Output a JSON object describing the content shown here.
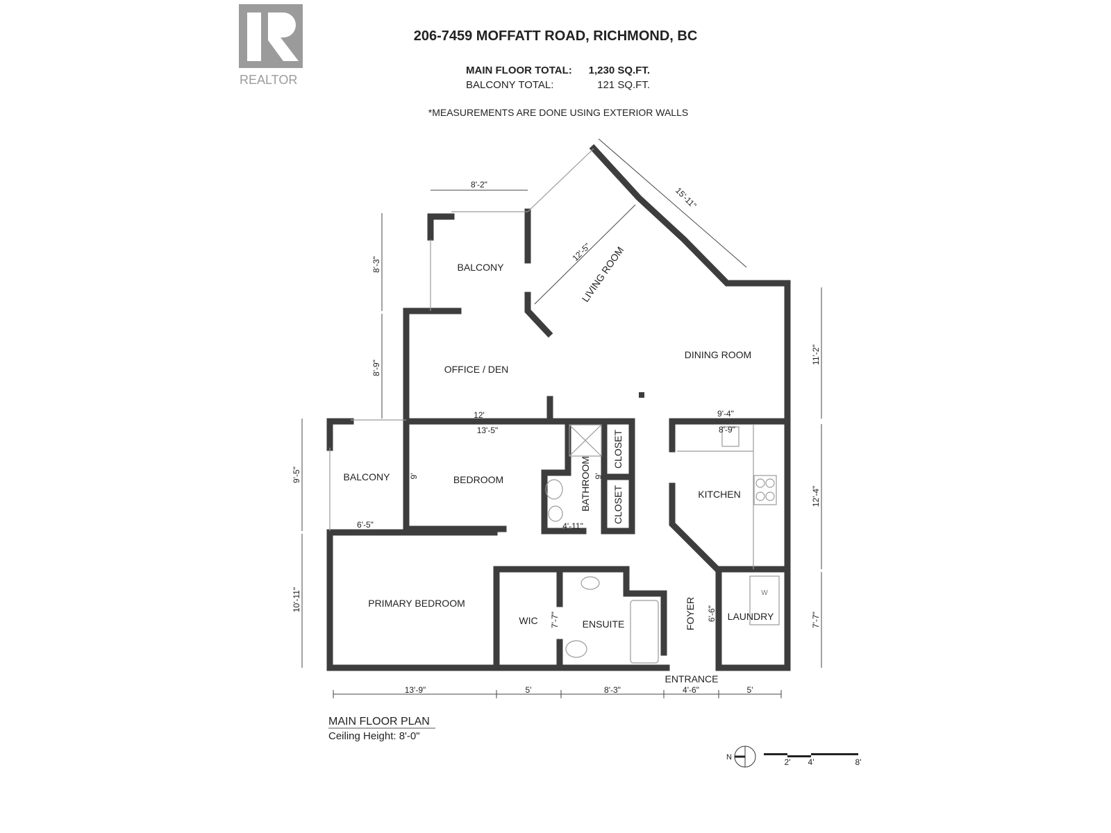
{
  "header": {
    "logo_text": "REALTOR",
    "title": "206-7459 MOFFATT ROAD, RICHMOND, BC",
    "main_floor_label": "MAIN FLOOR TOTAL:",
    "main_floor_value": "1,230 SQ.FT.",
    "balcony_label": "BALCONY TOTAL:",
    "balcony_value": "121 SQ.FT.",
    "note": "*MEASUREMENTS ARE DONE USING EXTERIOR WALLS"
  },
  "rooms": {
    "balcony_upper": "BALCONY",
    "living": "LIVING ROOM",
    "dining": "DINING ROOM",
    "office": "OFFICE / DEN",
    "balcony_lower": "BALCONY",
    "bedroom": "BEDROOM",
    "bathroom": "BATHROOM",
    "closet1": "CLOSET",
    "closet2": "CLOSET",
    "kitchen": "KITCHEN",
    "primary": "PRIMARY BEDROOM",
    "wic": "WIC",
    "ensuite": "ENSUITE",
    "foyer": "FOYER",
    "laundry": "LAUNDRY",
    "entrance": "ENTRANCE"
  },
  "dims": {
    "balcony_w": "8'-2\"",
    "balcony_h": "8'-3\"",
    "office_h": "8'-9\"",
    "diag_long": "15'-11\"",
    "diag_living": "12'-5\"",
    "dining_h": "11'-2\"",
    "office_w": "12'",
    "bedroom_w": "13'-5\"",
    "kitchen_outer": "9'-4\"",
    "kitchen_inner": "8'-9\"",
    "bedroom_h": "9'",
    "bathroom_h": "9'",
    "balcony2_h": "9'-5\"",
    "kitchen_h": "12'-4\"",
    "balcony2_w": "6'-5\"",
    "bathroom_w": "4'-11\"",
    "primary_h": "10'-11\"",
    "ensuite_h": "7'-7\"",
    "foyer_h": "6'-6\"",
    "laundry_h": "7'-7\"",
    "bottom": [
      "13'-9\"",
      "5'",
      "8'-3\"",
      "4'-6\"",
      "5'"
    ]
  },
  "footer": {
    "plan_title": "MAIN FLOOR PLAN",
    "ceiling": "Ceiling Height: 8'-0\"",
    "north": "N",
    "scale": [
      "2'",
      "4'",
      "8'"
    ]
  },
  "colors": {
    "wall": "#3d3d3d",
    "logo": "#9b9b9b"
  }
}
